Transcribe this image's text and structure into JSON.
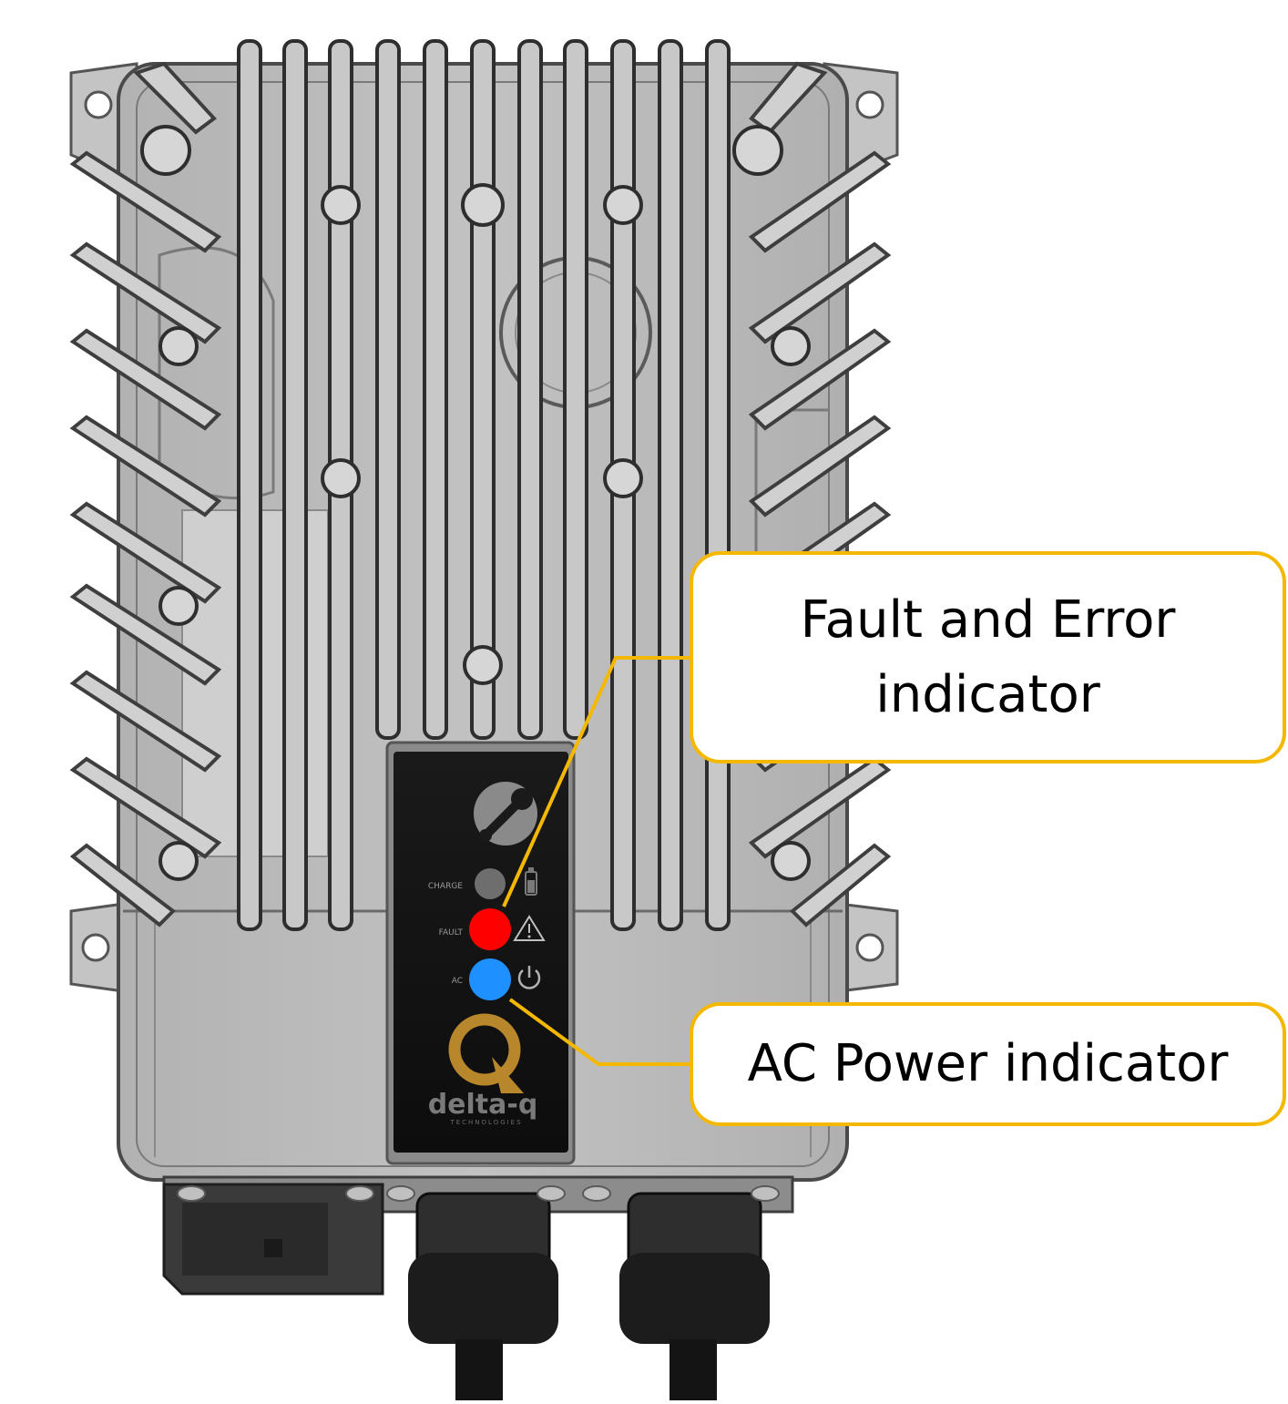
{
  "callouts": {
    "fault": {
      "line1": "Fault and Error",
      "line2": "indicator"
    },
    "ac": {
      "text": "AC Power indicator"
    }
  },
  "panel": {
    "charge_label": "CHARGE",
    "fault_label": "FAULT",
    "ac_label": "AC",
    "brand": "delta-q",
    "brand_sub": "TECHNOLOGIES"
  },
  "colors": {
    "callout_border": "#f5b800",
    "fault_led": "#ff0000",
    "ac_led": "#1e90ff",
    "charge_led": "#6e6e6e",
    "housing": "#b8b8b8",
    "panel": "#151515",
    "logo_gold": "#b8862b"
  },
  "icons": [
    "wrench-icon",
    "battery-icon",
    "warning-icon",
    "power-icon"
  ]
}
